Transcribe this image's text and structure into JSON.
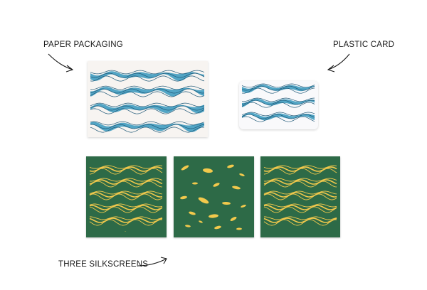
{
  "labels": {
    "paper_packaging": "PAPER PACKAGING",
    "plastic_card": "PLASTIC CARD",
    "three_silkscreens": "THREE SILKSCREENS"
  },
  "colors": {
    "wave_blue": "#3f9cc0",
    "wave_dark": "#1f5877",
    "silkscreen_green": "#2d6a47",
    "silkscreen_gold": "#f2c94c",
    "paper": "#f7f4f1"
  }
}
